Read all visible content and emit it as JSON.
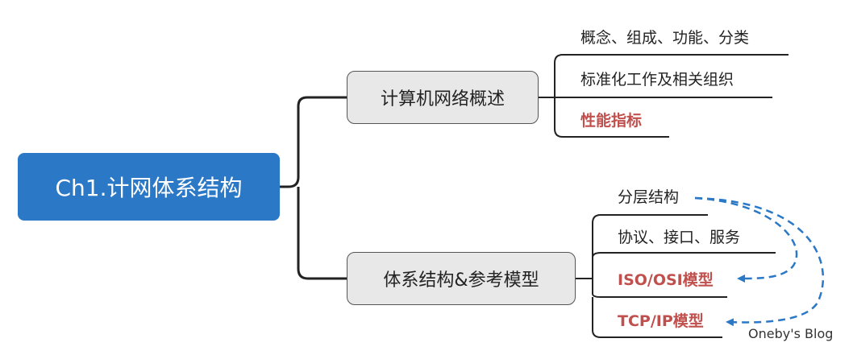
{
  "root": {
    "label": "Ch1.计网体系结构"
  },
  "branches": [
    {
      "label": "计算机网络概述",
      "children": [
        {
          "label": "概念、组成、功能、分类",
          "highlight": false
        },
        {
          "label": "标准化工作及相关组织",
          "highlight": false
        },
        {
          "label": "性能指标",
          "highlight": true
        }
      ]
    },
    {
      "label": "体系结构&参考模型",
      "children": [
        {
          "label": "分层结构",
          "highlight": false
        },
        {
          "label": "协议、接口、服务",
          "highlight": false
        },
        {
          "label": "ISO/OSI模型",
          "highlight": true
        },
        {
          "label": "TCP/IP模型",
          "highlight": true
        }
      ]
    }
  ],
  "watermark": "Oneby's Blog",
  "colors": {
    "root_fill": "#2a78c6",
    "branch_fill": "#e8e8e8",
    "highlight_text": "#c0504d",
    "connector": "#222222",
    "relation_arrow": "#2a78c6"
  }
}
